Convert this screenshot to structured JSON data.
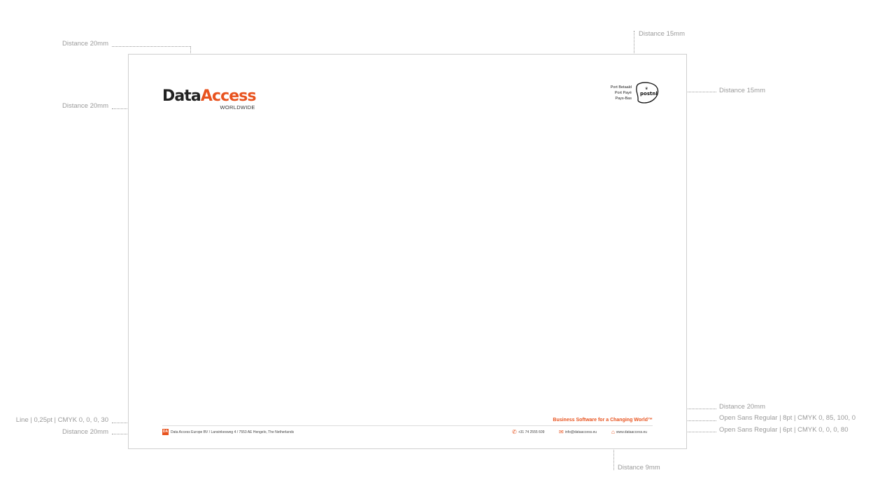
{
  "annotations": {
    "top_left_distance": "Distance 20mm",
    "left_logo_distance": "Distance 20mm",
    "top_right_distance": "Distance 15mm",
    "right_postage_distance": "Distance 15mm",
    "bottom_right_distance": "Distance 20mm",
    "tagline_spec": "Open Sans Regular | 8pt | CMYK 0, 85, 100, 0",
    "footer_spec": "Open Sans Regular | 6pt | CMYK 0, 0, 0, 80",
    "line_spec": "Line | 0,25pt | CMYK 0, 0, 0, 30",
    "bottom_left_distance": "Distance 20mm",
    "bottom_distance": "Distance 9mm"
  },
  "logo": {
    "word_data": "Data",
    "word_access": "Access",
    "subtitle": "WORLDWIDE"
  },
  "postage": {
    "line1": "Port Betaald",
    "line2": "Port Payé",
    "line3": "Pays-Bas",
    "brand": "postnl"
  },
  "footer": {
    "tagline": "Business Software for a Changing World™",
    "logo_mark": "DA",
    "address": "Data Access Europe BV  /  Lansinkesweg 4  /  7553 AE Hengelo, The Netherlands",
    "phone": "+31 74 2555 609",
    "email": "info@dataaccess.eu",
    "website": "www.dataaccess.eu"
  },
  "colors": {
    "accent": "#e8531f",
    "text": "#222222",
    "annotation": "#9a9a9a"
  }
}
